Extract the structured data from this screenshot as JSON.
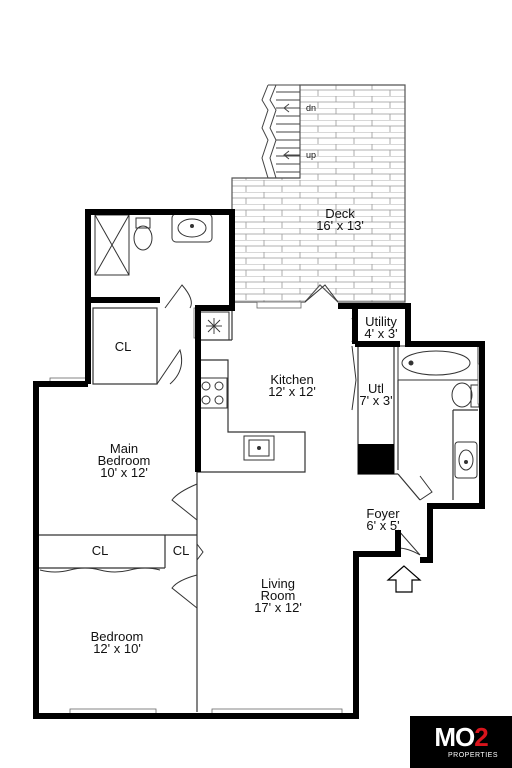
{
  "rooms": {
    "deck": {
      "name": "Deck",
      "size": "16' x 13'"
    },
    "kitchen": {
      "name": "Kitchen",
      "size": "12' x 12'"
    },
    "utility_top": {
      "name": "Utility",
      "size": "4' x 3'"
    },
    "utl": {
      "name": "Utl",
      "size": "7' x 3'"
    },
    "main_bedroom": {
      "name_line1": "Main",
      "name_line2": "Bedroom",
      "size": "10' x 12'"
    },
    "foyer": {
      "name": "Foyer",
      "size": "6' x 5'"
    },
    "living_room": {
      "name_line1": "Living",
      "name_line2": "Room",
      "size": "17' x 12'"
    },
    "bedroom": {
      "name": "Bedroom",
      "size": "12' x 10'"
    }
  },
  "closets": {
    "upper": "CL",
    "bedroom_wide": "CL",
    "bedroom_small": "CL"
  },
  "stairs": {
    "down": "dn",
    "up": "up"
  },
  "logo": {
    "main": "MO",
    "accent": "2",
    "sub": "PROPERTIES"
  }
}
